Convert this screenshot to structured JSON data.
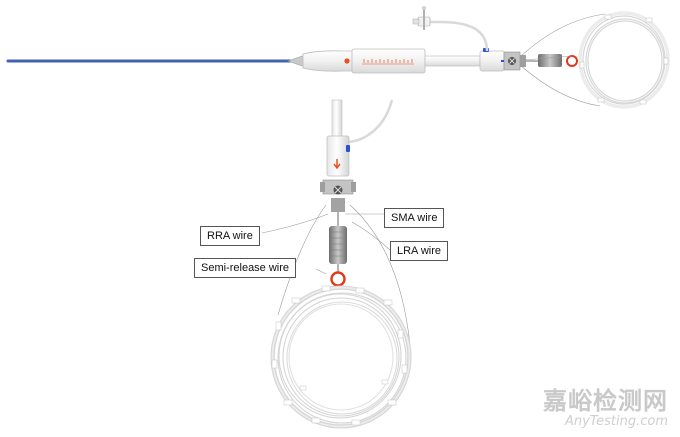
{
  "labels": {
    "rra": "RRA wire",
    "sma": "SMA wire",
    "lra": "LRA wire",
    "semi": "Semi-release wire"
  },
  "watermark": {
    "cn": "嘉峪检测网",
    "en": "AnyTesting.com"
  },
  "colors": {
    "catheter_blue": "#3f63b0",
    "accent_orange": "#e8501e",
    "ring_red": "#e03a1a",
    "coil": "#dcdcdc",
    "wire": "#9a9a9a",
    "handle": "#f4f4f4",
    "blue_mark": "#2a4fd8"
  }
}
